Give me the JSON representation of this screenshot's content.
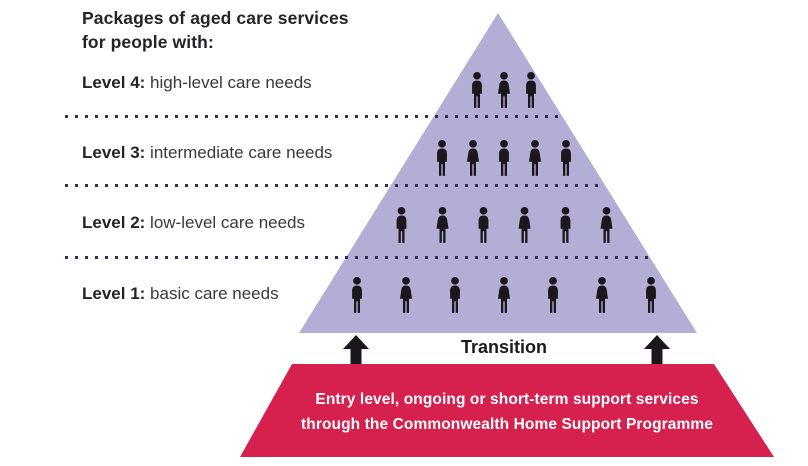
{
  "title": {
    "line1": "Packages of aged care services",
    "line2": "for people with:"
  },
  "levels": [
    {
      "label": "Level 4:",
      "description": "high-level care needs",
      "people": 3
    },
    {
      "label": "Level 3:",
      "description": "intermediate care needs",
      "people": 5
    },
    {
      "label": "Level 2:",
      "description": "low-level care needs",
      "people": 6
    },
    {
      "label": "Level 1:",
      "description": "basic care needs",
      "people": 7
    }
  ],
  "transition": {
    "label": "Transition"
  },
  "banner": {
    "line1": "Entry level, ongoing or short-term support services",
    "line2": "through the Commonwealth Home Support Programme"
  },
  "colors": {
    "text": "#26222a",
    "pyramid_fill": "#b3aed5",
    "dotted_line": "#3a2a52",
    "banner_fill": "#d6204d",
    "banner_text": "#ffffff",
    "person_icon": "#1b171c"
  }
}
